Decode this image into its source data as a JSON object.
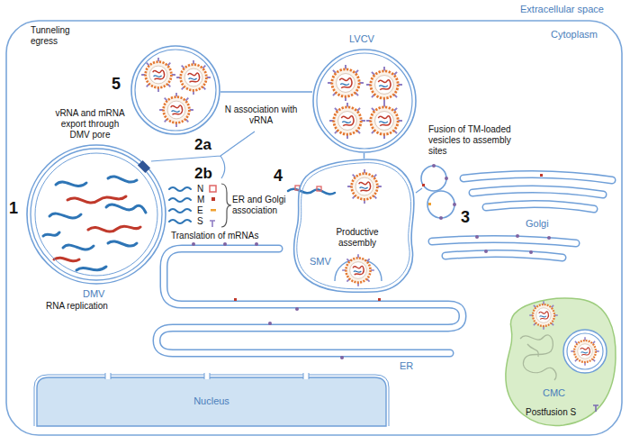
{
  "diagram": {
    "nodes": [
      {
        "text": [
          "Cytoplasm"
        ]
      },
      {
        "text": [
          "Tunneling egress"
        ],
        "in": 0
      },
      {
        "text": [
          "LVCV"
        ],
        "in": 0
      },
      {
        "text": [
          "DMV",
          "RNA replication"
        ],
        "in": 0
      },
      {
        "text": [
          "Productive assembly",
          "SMV"
        ],
        "in": 0
      },
      {
        "text": [
          "Nucleus"
        ],
        "in": 0
      },
      {
        "text": [
          "CMC",
          "Postfusion S"
        ],
        "in": 0
      }
    ],
    "edges": [
      {
        "from": 1,
        "to": 2,
        "arrow": "none"
      },
      {
        "from": 2,
        "to": 4,
        "arrow": "none"
      }
    ],
    "labels": [
      "Extracellular space",
      "5",
      "1",
      "vRNA and mRNA export through DMV pore",
      "2a",
      "N association with vRNA",
      "2b",
      "N",
      "M",
      "E",
      "S",
      "Translation of mRNAs",
      "ER and Golgi association",
      "4",
      "3",
      "Fusion of TM-loaded vesicles to assembly sites",
      "Golgi",
      "ER"
    ]
  }
}
